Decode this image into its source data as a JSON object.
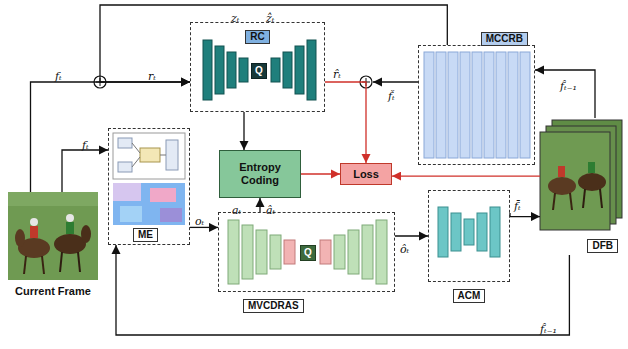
{
  "diagram": {
    "nodes": [
      {
        "text": [
          "RC"
        ]
      },
      {
        "text": [
          "Q"
        ],
        "in": 0
      },
      {
        "text": [
          "Current Frame"
        ]
      },
      {
        "text": [
          "ME"
        ]
      },
      {
        "text": [
          "Entropy Coding"
        ]
      },
      {
        "text": [
          "Loss"
        ]
      },
      {
        "text": [
          "MCCRB"
        ]
      },
      {
        "text": [
          "MVCDRAS"
        ]
      },
      {
        "text": [
          "Q"
        ],
        "in": 7
      },
      {
        "text": [
          "ACM"
        ]
      },
      {
        "text": [
          "DFB"
        ]
      }
    ],
    "edges": [
      {
        "from": 2,
        "to": 0,
        "arrow": "to"
      },
      {
        "from": 2,
        "to": 3,
        "arrow": "to"
      },
      {
        "from": 3,
        "to": 7,
        "arrow": "to"
      },
      {
        "from": 7,
        "to": 4,
        "arrow": "to"
      },
      {
        "from": 0,
        "to": 4,
        "arrow": "to"
      },
      {
        "from": 4,
        "to": 5,
        "arrow": "to"
      },
      {
        "from": 7,
        "to": 9,
        "arrow": "to"
      },
      {
        "from": 9,
        "to": 10,
        "arrow": "to"
      },
      {
        "from": 10,
        "to": 6,
        "arrow": "to"
      },
      {
        "from": 6,
        "to": 0,
        "arrow": "to"
      },
      {
        "from": 10,
        "to": 5,
        "arrow": "to"
      },
      {
        "from": 0,
        "to": 5,
        "arrow": "to"
      },
      {
        "from": 10,
        "to": 3,
        "arrow": "to"
      }
    ],
    "labels": [
      "fₜ",
      "rₜ",
      "zₜ",
      "ẑₜ",
      "r̂ₜ",
      "f̌ₜ",
      "f̂ₜ₋₁",
      "fₜ",
      "oₜ",
      "aₜ",
      "âₜ",
      "ôₜ",
      "f̄ₜ",
      "f̂ₜ₋₁"
    ]
  }
}
